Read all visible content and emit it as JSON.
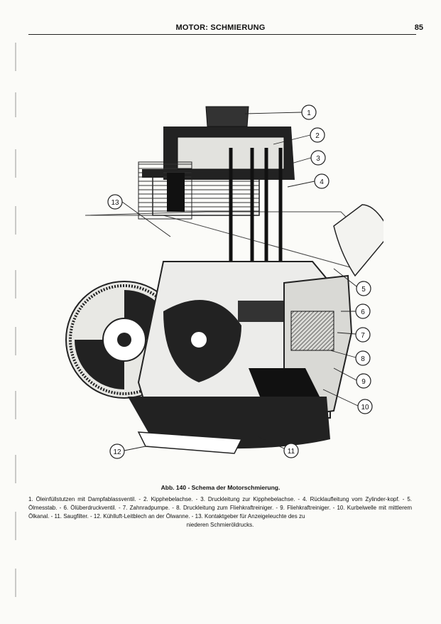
{
  "header": {
    "title": "MOTOR: SCHMIERUNG",
    "page_number": "85"
  },
  "figure": {
    "callouts": [
      "1",
      "2",
      "3",
      "4",
      "5",
      "6",
      "7",
      "8",
      "9",
      "10",
      "11",
      "12",
      "13"
    ]
  },
  "caption": {
    "title": "Abb. 140 - Schema der Motorschmierung.",
    "body": "1. Öleinfüllstutzen mit Dampfablassventil. - 2. Kipphebelachse. - 3. Druckleitung zur Kipphebelachse. - 4. Rücklaufleitung vom Zylinder-kopf. - 5. Ölmesstab. - 6. Ölüberdruckventil. - 7. Zahnradpumpe. - 8. Druckleitung zum Fliehkraftreiniger. - 9. Fliehkraftreiniger. - 10. Kurbelwelle mit mittlerem Ölkanal. - 11. Saugfilter. - 12. Kühlluft-Leitblech an der Ölwanne. - 13. Kontaktgeber für Anzeigeleuchte des zu",
    "body_last_line": "niederen Schmieröldrucks."
  }
}
